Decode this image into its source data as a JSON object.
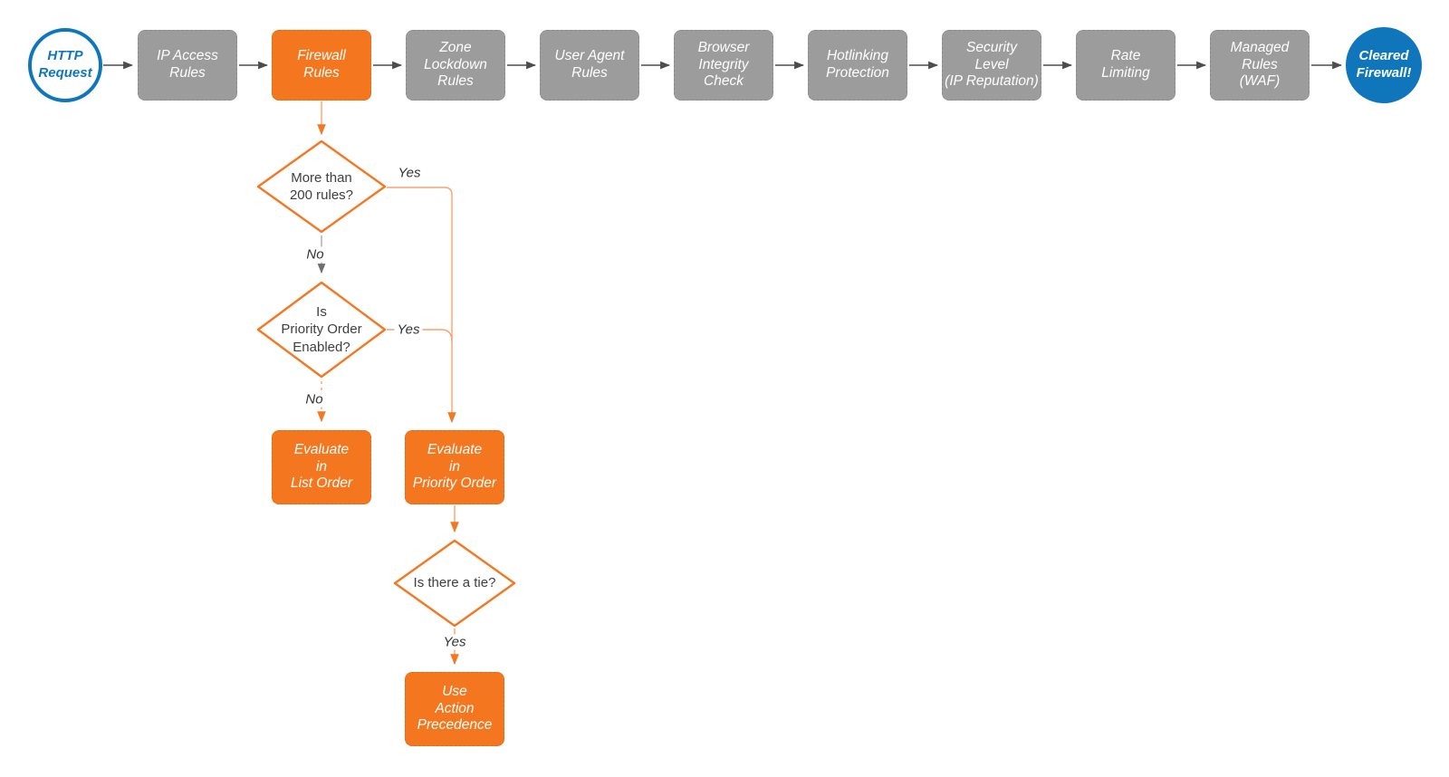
{
  "flow": {
    "pipeline": [
      {
        "id": "http-request",
        "label": "HTTP\nRequest"
      },
      {
        "id": "ip-access-rules",
        "label": "IP Access\nRules"
      },
      {
        "id": "firewall-rules",
        "label": "Firewall\nRules"
      },
      {
        "id": "zone-lockdown-rules",
        "label": "Zone\nLockdown\nRules"
      },
      {
        "id": "user-agent-rules",
        "label": "User Agent\nRules"
      },
      {
        "id": "browser-integrity-check",
        "label": "Browser\nIntegrity\nCheck"
      },
      {
        "id": "hotlinking-protection",
        "label": "Hotlinking\nProtection"
      },
      {
        "id": "security-level",
        "label": "Security\nLevel\n(IP Reputation)"
      },
      {
        "id": "rate-limiting",
        "label": "Rate\nLimiting"
      },
      {
        "id": "managed-rules-waf",
        "label": "Managed\nRules\n(WAF)"
      },
      {
        "id": "cleared-firewall",
        "label": "Cleared\nFirewall!"
      }
    ],
    "decisions": [
      {
        "id": "more-than-200-rules",
        "label": "More than\n200 rules?"
      },
      {
        "id": "priority-order-enabled",
        "label": "Is\nPriority Order\nEnabled?"
      },
      {
        "id": "is-there-a-tie",
        "label": "Is there a tie?"
      }
    ],
    "actions": [
      {
        "id": "evaluate-in-list-order",
        "label": "Evaluate\nin\nList Order"
      },
      {
        "id": "evaluate-in-priority-order",
        "label": "Evaluate\nin\nPriority Order"
      },
      {
        "id": "use-action-precedence",
        "label": "Use\nAction\nPrecedence"
      }
    ],
    "edge_labels": {
      "yes1": "Yes",
      "no1": "No",
      "yes2": "Yes",
      "no2": "No",
      "yes3": "Yes"
    },
    "colors": {
      "orange_node": "#F4771F",
      "orange_stroke": "#F47721",
      "orange_line": "#F9A26B",
      "blue": "#0F76BC",
      "gray_node": "#9C9C9C",
      "gray_arrow": "#4D4D4D",
      "decision_text": "#3F3F3F"
    }
  }
}
